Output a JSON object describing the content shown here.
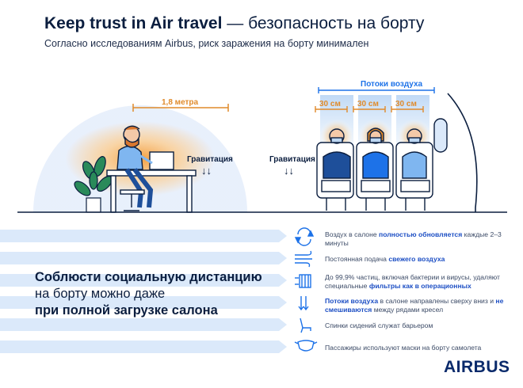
{
  "header": {
    "title_bold": "Keep trust in Air travel",
    "title_rest": " — безопасность на борту",
    "subtitle": "Согласно исследованиям Airbus, риск заражения на борту минимален"
  },
  "scene": {
    "distance_label": "1,8 метра",
    "gravity_left": "Гравитация",
    "gravity_right": "Гравитация",
    "airflow_title": "Потоки воздуха",
    "airflow_gaps": [
      "30 см",
      "30 см",
      "30 см"
    ],
    "gravity_arrows": "↓↓"
  },
  "headline": {
    "line1": "Соблюсти социальную дистанцию",
    "line2": "на борту можно даже",
    "line3": "при полной загрузке салона"
  },
  "facts": [
    {
      "icon": "refresh-icon",
      "pre": "Воздух в салоне ",
      "hl": "полностью обновляется",
      "post": " каждые 2–3 минуты"
    },
    {
      "icon": "wind-icon",
      "pre": "Постоянная подача ",
      "hl": "свежего воздуха",
      "post": ""
    },
    {
      "icon": "filter-icon",
      "pre": "До 99,9% частиц, включая бактерии и вирусы, удаляют специальные ",
      "hl": "фильтры как в операционных",
      "post": ""
    },
    {
      "icon": "downflow-icon",
      "pre": "",
      "hl": "Потоки воздуха",
      "post": " в салоне направлены сверху вниз и ",
      "hl2": "не смешиваются",
      "post2": " между рядами кресел"
    },
    {
      "icon": "seat-icon",
      "pre": "Спинки сидений служат барьером",
      "hl": "",
      "post": ""
    },
    {
      "icon": "mask-icon",
      "pre": "Пассажиры используют маски на борту самолета",
      "hl": "",
      "post": ""
    }
  ],
  "brand": {
    "logo": "AIRBUS"
  },
  "colors": {
    "navy": "#0b1e3f",
    "accent_blue": "#1d72e8",
    "orange": "#e08a2a",
    "arrow_fill": "#dbe9fa"
  }
}
